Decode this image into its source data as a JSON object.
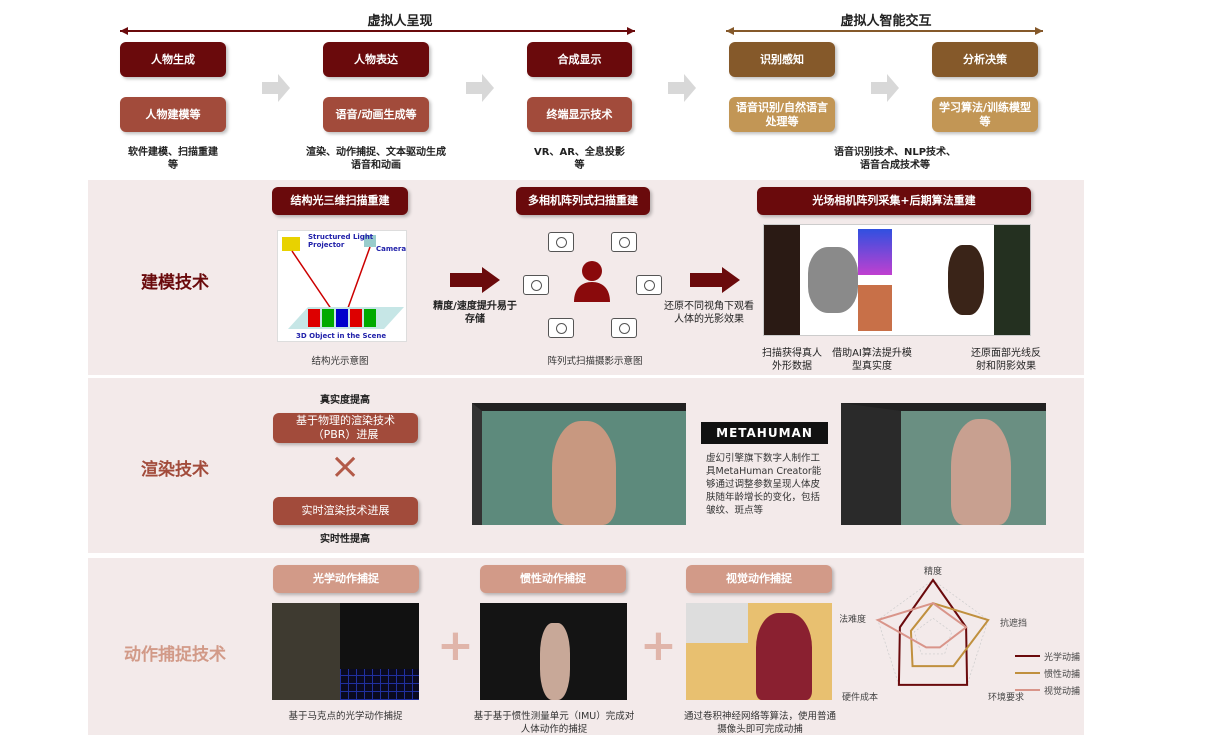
{
  "top": {
    "presentation": {
      "title": "虚拟人呈现",
      "stages": [
        {
          "head": "人物生成",
          "sub": "人物建模等",
          "note": "软件建模、扫描重建等"
        },
        {
          "head": "人物表达",
          "sub": "语音/动画生成等",
          "note": "渲染、动作捕捉、文本驱动生成语音和动画"
        },
        {
          "head": "合成显示",
          "sub": "终端显示技术",
          "note": "VR、AR、全息投影等"
        }
      ]
    },
    "interaction": {
      "title": "虚拟人智能交互",
      "stages": [
        {
          "head": "识别感知",
          "sub": "语音识别/自然语言处理等"
        },
        {
          "head": "分析决策",
          "sub": "学习算法/训练模型等"
        }
      ],
      "note": "语音识别技术、NLP技术、语音合成技术等"
    }
  },
  "modeling": {
    "label": "建模技术",
    "structured": {
      "title": "结构光三维扫描重建",
      "caption": "结构光示意图",
      "img_labels": [
        "Structured Light Projector",
        "Camera",
        "3D Object in the Scene"
      ]
    },
    "arrow1_text": "精度/速度提升易于存储",
    "multicam": {
      "title": "多相机阵列式扫描重建",
      "caption": "阵列式扫描摄影示意图"
    },
    "arrow2_text": "还原不同视角下观看人体的光影效果",
    "lightfield": {
      "title": "光场相机阵列采集+后期算法重建",
      "captions": [
        "扫描获得真人外形数据",
        "借助AI算法提升模型真实度",
        "还原面部光线反射和阴影效果"
      ]
    }
  },
  "rendering": {
    "label": "渲染技术",
    "top_note": "真实度提高",
    "pbr": "基于物理的渲染技术（PBR）进展",
    "times": "×",
    "realtime": "实时渲染技术进展",
    "bottom_note": "实时性提高",
    "metahuman_logo": "METAHUMAN",
    "metahuman_desc": "虚幻引擎旗下数字人制作工具MetaHuman Creator能够通过调整参数呈现人体皮肤随年龄增长的变化，包括皱纹、斑点等"
  },
  "motion": {
    "label": "动作捕捉技术",
    "methods": [
      {
        "title": "光学动作捕捉",
        "caption": "基于马克点的光学动作捕捉"
      },
      {
        "title": "惯性动作捕捉",
        "caption": "基于基于惯性测量单元（IMU）完成对人体动作的捕捉"
      },
      {
        "title": "视觉动作捕捉",
        "caption": "通过卷积神经网络等算法，使用普通摄像头即可完成动捕"
      }
    ],
    "plus": "+"
  },
  "chart_data": {
    "type": "radar",
    "axes": [
      "精度",
      "抗遮挡",
      "环境要求",
      "硬件成本",
      "算法难度"
    ],
    "range": [
      0,
      5
    ],
    "legend": "right",
    "series": [
      {
        "name": "光学动捕",
        "color": "#6a0a0c",
        "values": [
          5,
          3,
          5,
          5,
          3
        ]
      },
      {
        "name": "惯性动捕",
        "color": "#c0903e",
        "values": [
          3,
          5,
          3,
          3,
          2
        ]
      },
      {
        "name": "视觉动捕",
        "color": "#d9958a",
        "values": [
          3,
          3,
          1,
          1,
          5
        ]
      }
    ]
  },
  "colors": {
    "dark": "#6a0a0c",
    "rust": "#a24b3b",
    "brown": "#85592a",
    "tan": "#c29655",
    "pink": "#d29a88",
    "band": "#f3eaea"
  }
}
